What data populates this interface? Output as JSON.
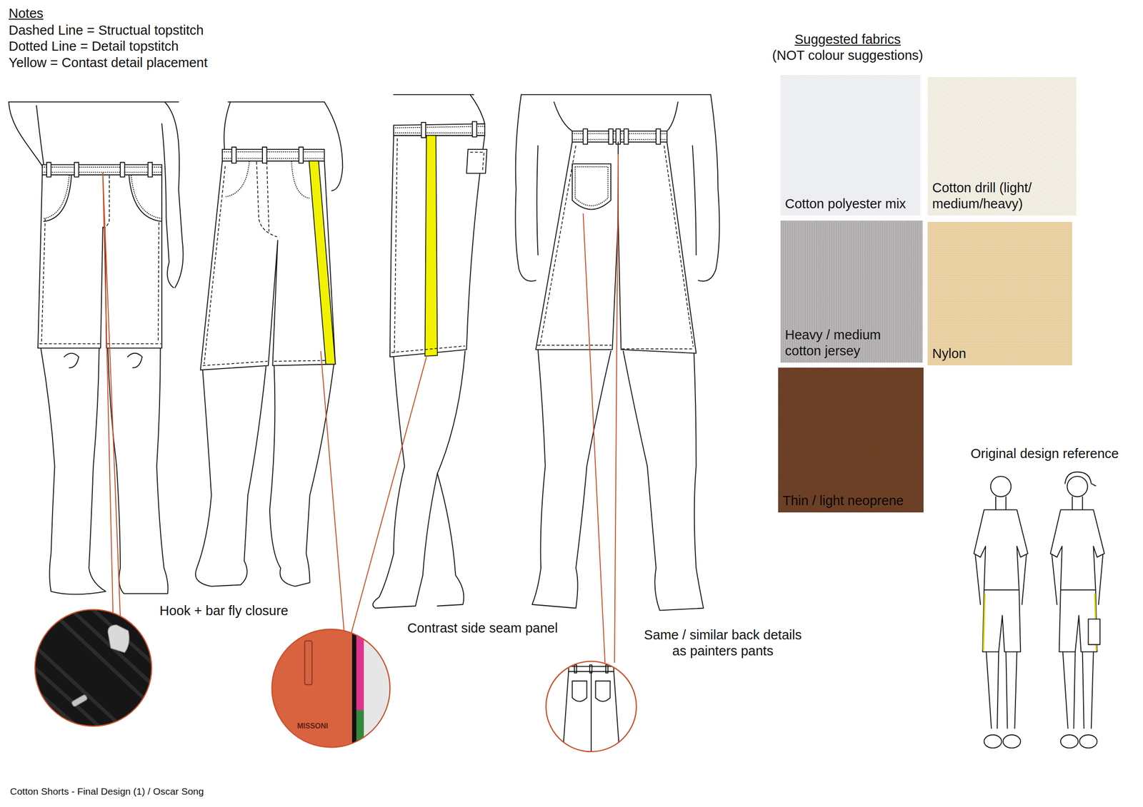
{
  "diagram": {
    "caption": "Cotton Shorts - Final Design (1) / Oscar Song",
    "nodes": [
      {
        "text": [
          "Cotton polyester mix"
        ]
      },
      {
        "text": [
          "Cotton drill (light/ medium/heavy)"
        ]
      },
      {
        "text": [
          "Heavy / medium cotton jersey"
        ]
      },
      {
        "text": [
          "Nylon"
        ]
      },
      {
        "text": [
          "Thin / light neoprene"
        ]
      }
    ],
    "labels": [
      "Notes",
      "Dashed Line = Structual topstitch",
      "Dotted Line = Detail topstitch",
      "Yellow = Contast detail placement",
      "Suggested fabrics",
      "(NOT colour suggestions)",
      "Original design reference",
      "Hook + bar fly closure",
      "Contrast side seam panel",
      "Same / similar back details as painters pants",
      "MISSONI"
    ]
  }
}
